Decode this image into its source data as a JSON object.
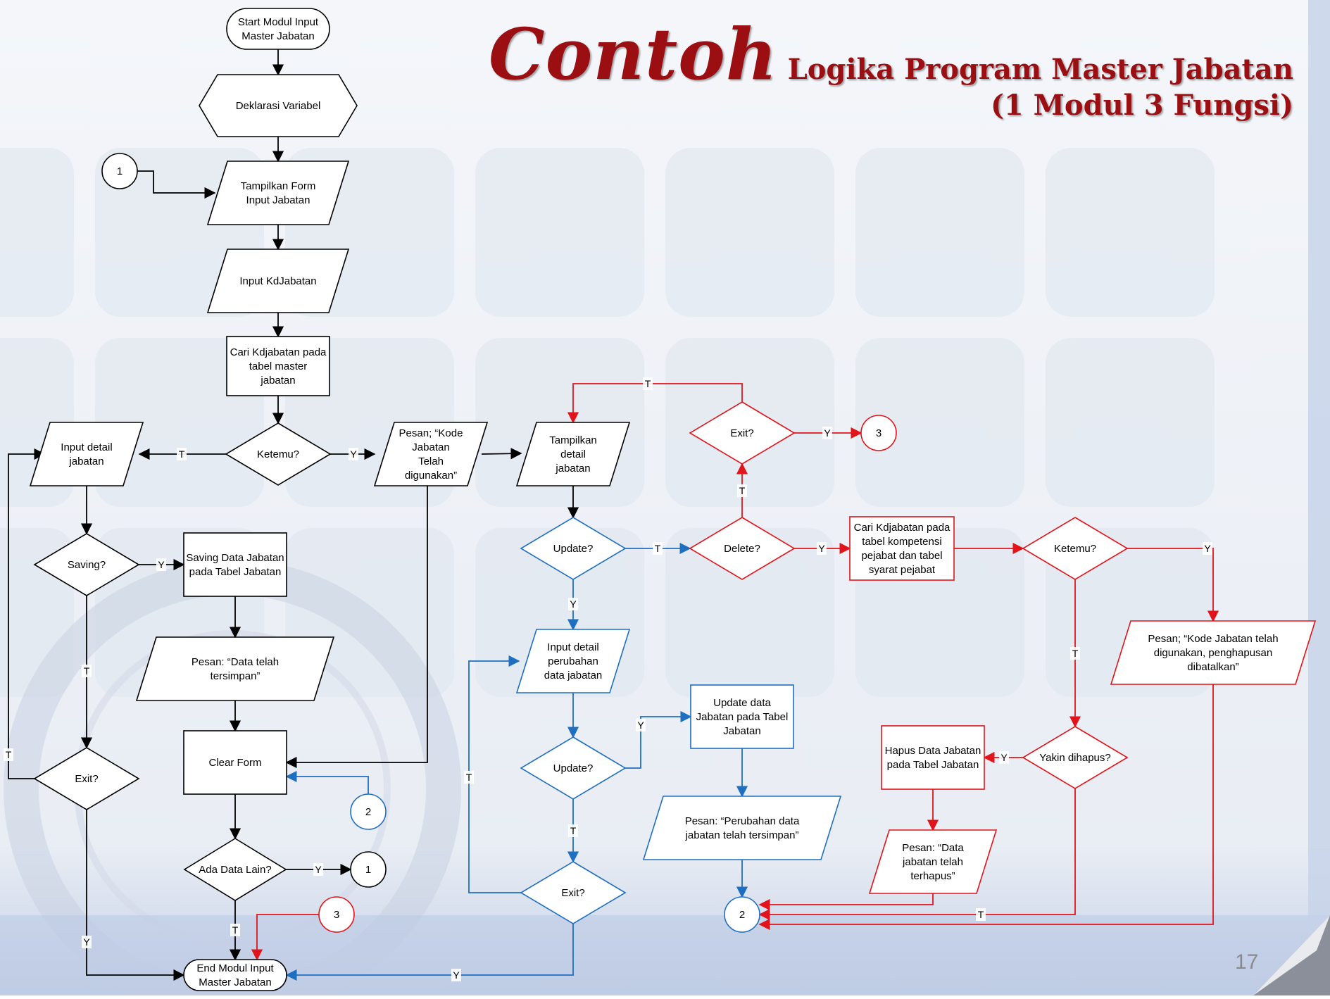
{
  "slide": {
    "title_main": "Contoh",
    "title_sub_1": "Logika Program Master Jabatan",
    "title_sub_2": "(1 Modul 3 Fungsi)",
    "page_number": "17"
  },
  "colors": {
    "black": "#000000",
    "blue": "#1f6fc1",
    "red": "#e0141a",
    "title": "#9b0f12",
    "background_tile": "#dfe5ef",
    "watermark": "#6d7f9c"
  },
  "nodes": {
    "start": [
      "Start Modul Input",
      "Master Jabatan"
    ],
    "deklarasi": [
      "Deklarasi Variabel"
    ],
    "connector_1_top": [
      "1"
    ],
    "tampilkan_form": [
      "Tampilkan Form",
      "Input Jabatan"
    ],
    "input_kd": [
      "Input KdJabatan"
    ],
    "cari_kd": [
      "Cari Kdjabatan pada",
      "tabel master",
      "jabatan"
    ],
    "ketemu_1": [
      "Ketemu?"
    ],
    "input_detail": [
      "Input detail",
      "jabatan"
    ],
    "pesan_kode": [
      "Pesan; “Kode",
      "Jabatan",
      "Telah",
      "digunakan”"
    ],
    "tampilkan_detail": [
      "Tampilkan",
      "detail",
      "jabatan"
    ],
    "saving": [
      "Saving?"
    ],
    "saving_data": [
      "Saving Data Jabatan",
      "pada Tabel Jabatan"
    ],
    "pesan_simpan": [
      "Pesan: “Data telah",
      "tersimpan”"
    ],
    "clear_form": [
      "Clear Form"
    ],
    "exit_left": [
      "Exit?"
    ],
    "connector_2_left": [
      "2"
    ],
    "ada_data": [
      "Ada Data Lain?"
    ],
    "connector_1_bottom": [
      "1"
    ],
    "connector_3_left": [
      "3"
    ],
    "end": [
      "End Modul Input",
      "Master Jabatan"
    ],
    "update_1": [
      "Update?"
    ],
    "input_perubahan": [
      "Input detail",
      "perubahan",
      "data jabatan"
    ],
    "update_2": [
      "Update?"
    ],
    "update_data": [
      "Update data",
      "Jabatan pada Tabel",
      "Jabatan"
    ],
    "pesan_perubahan": [
      "Pesan: “Perubahan data",
      "jabatan telah tersimpan”"
    ],
    "exit_mid": [
      "Exit?"
    ],
    "connector_2_bottom": [
      "2"
    ],
    "exit_top": [
      "Exit?"
    ],
    "connector_3_top": [
      "3"
    ],
    "delete": [
      "Delete?"
    ],
    "cari_kompetensi": [
      "Cari Kdjabatan pada",
      "tabel kompetensi",
      "pejabat dan tabel",
      "syarat pejabat"
    ],
    "ketemu_2": [
      "Ketemu?"
    ],
    "pesan_hapus_batal": [
      "Pesan; “Kode Jabatan telah",
      "digunakan, penghapusan",
      "dibatalkan”"
    ],
    "yakin": [
      "Yakin dihapus?"
    ],
    "hapus_data": [
      "Hapus Data Jabatan",
      "pada Tabel Jabatan"
    ],
    "pesan_terhapus": [
      "Pesan: “Data",
      "jabatan telah",
      "terhapus”"
    ]
  },
  "edge_labels": {
    "yes": "Y",
    "no": "T"
  }
}
